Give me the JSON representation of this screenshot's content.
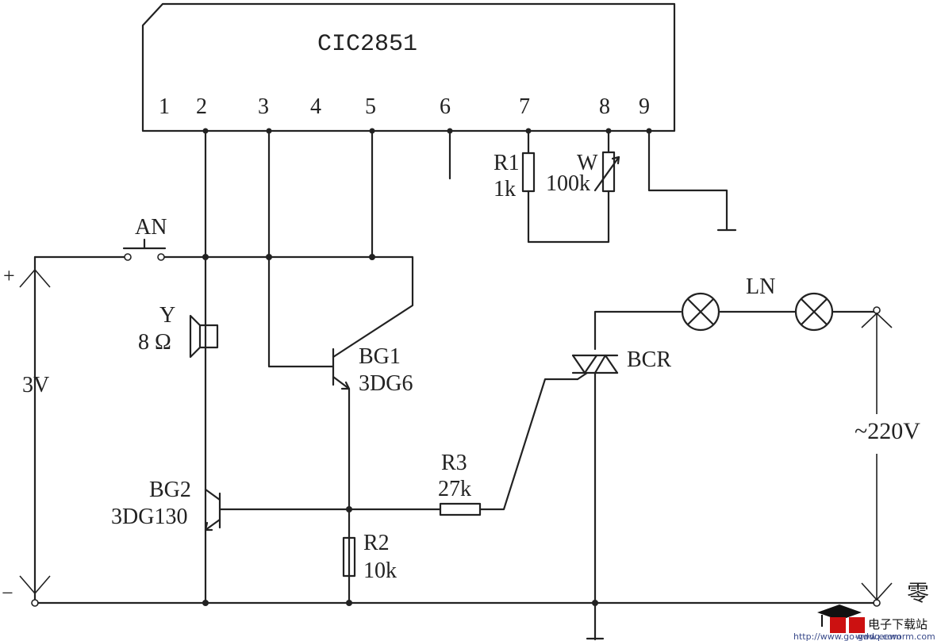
{
  "chip": {
    "name": "CIC2851",
    "pins": [
      "1",
      "2",
      "3",
      "4",
      "5",
      "6",
      "7",
      "8",
      "9"
    ]
  },
  "components": {
    "AN": "AN",
    "Y_name": "Y",
    "Y_value": "8 Ω",
    "BG1_name": "BG1",
    "BG1_type": "3DG6",
    "BG2_name": "BG2",
    "BG2_type": "3DG130",
    "R1_name": "R1",
    "R1_value": "1k",
    "W_name": "W",
    "W_value": "100k",
    "R2_name": "R2",
    "R2_value": "10k",
    "R3_name": "R3",
    "R3_value": "27k",
    "BCR": "BCR",
    "LN": "LN"
  },
  "supply": {
    "plus": "+",
    "minus": "−",
    "voltage": "3V"
  },
  "mains": {
    "voltage": "~220V",
    "neutral": "零"
  },
  "watermark": {
    "chars": "电子下载站",
    "url": "http://www.go-gddq.com",
    "url2": "www.eeworm.com"
  },
  "colors": {
    "line": "#222222",
    "watermark_red": "#cc1111",
    "watermark_blue": "#3a4a8a"
  }
}
